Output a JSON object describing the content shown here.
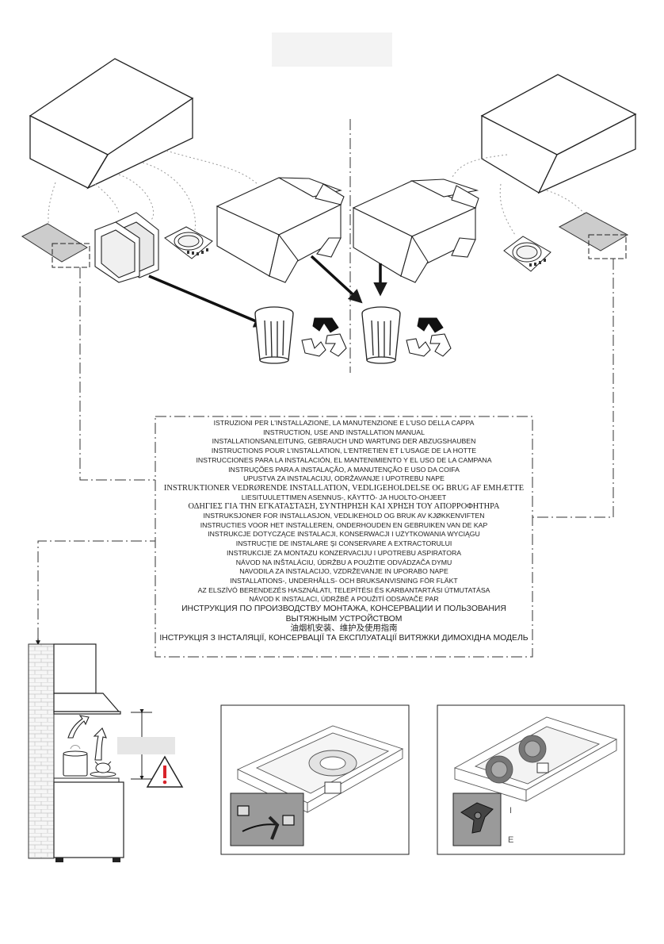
{
  "manual_titles": [
    "ISTRUZIONI PER L'INSTALLAZIONE, LA MANUTENZIONE E L'USO DELLA CAPPA",
    "INSTRUCTION, USE AND INSTALLATION MANUAL",
    "INSTALLATIONSANLEITUNG, GEBRAUCH UND WARTUNG DER ABZUGSHAUBEN",
    "INSTRUCTIONS POUR L'INSTALLATION, L'ENTRETIEN ET  L'USAGE DE LA HOTTE",
    "INSTRUCCIONES PARA LA INSTALACIÓN, EL MANTENIMIENTO Y EL USO DE LA CAMPANA",
    "INSTRUÇÕES PARA A INSTALAÇÃO, A MANUTENÇÃO E USO DA COIFA",
    "UPUSTVA ZA INSTALACIJU, ODRŽAVANJE I UPOTREBU NAPE",
    "INSTRUKTIONER VEDRØRENDE INSTALLATION, VEDLIGEHOLDELSE OG BRUG AF EMHÆTTE",
    "LIESITUULETTIMEN ASENNUS-, KÄYTTÖ-  JA HUOLTO-OHJEET",
    "ΟΔΗΓΙΕΣ ΓΙΑ ΤΗΝ ΕΓΚΑΤΑΣΤΑΣΗ, ΣΥΝΤΗΡΗΣΗ ΚΑΙ ΧΡΗΣΗ ΤΟΥ ΑΠΟΡΡΟΦΗΤΗΡΑ",
    "INSTRUKSJONER FOR INSTALLASJON, VEDLIKEHOLD OG BRUK AV KJØKKENVIFTEN",
    "INSTRUCTIES VOOR HET INSTALLEREN, ONDERHOUDEN EN GEBRUIKEN VAN DE KAP",
    "INSTRUKCJE DOTYCZĄCE INSTALACJI, KONSERWACJI I UŻYTKOWANIA WYCIĄGU",
    "INSTRUCŢIE DE INSTALARE ŞI CONSERVARE A EXTRACTORULUI",
    "INSTRUKCIJE ZA MONTAZU KONZERVACIJU I UPOTREBU  ASPIRATORA",
    "NÁVOD NA INŠTALÁCIU, ÚDRŽBU A POUŽITIE ODVÁDZAČA DYMU",
    "NAVODILA ZA INSTALACIJO, VZDRŽEVANJE IN UPORABO NAPE",
    "INSTALLATIONS-, UNDERHÅLLS- OCH BRUKSANVISNING FÖR FLÄKT",
    "AZ ELSZÍVÓ BERENDEZÉS HASZNÁLATI, TELEPÍTÉSI ÉS KARBANTARTÁSI ÚTMUTATÁSA",
    "NÁVOD K INSTALACI, ÚDRŽBĚ A POUŽITÍ ODSAVAČE PAR",
    "ИНСТРУКЦИЯ ПО ПРОИЗВОДСТВУ МОНТАЖА, КОНСЕРВАЦИИ И ПОЛЬЗОВАНИЯ",
    "ВЫТЯЖНЫМ УСТРОЙСТВОМ",
    "油烟机安装、维护及使用指南",
    "ІНСТРУКЦІЯ З ІНСТАЛЯЦІЇ, КОНСЕРВАЦІЇ ТА ЕКСПЛУАТАЦІЇ ВИТЯЖКИ ДИМОХІДНА МОДЕЛЬ"
  ],
  "knob_labels": {
    "upper": "I",
    "lower": "E"
  },
  "icons": [
    "box-icon",
    "packing-box-icon",
    "trash-bin-icon",
    "recycle-icon",
    "warning-icon",
    "wall-icon",
    "hood-icon",
    "pot-icon",
    "chicken-icon",
    "filter-icon",
    "knob-icon"
  ],
  "colors": {
    "line": "#2a2a2a",
    "warning": "#d8232a",
    "panel_grey": "#cccccc"
  }
}
